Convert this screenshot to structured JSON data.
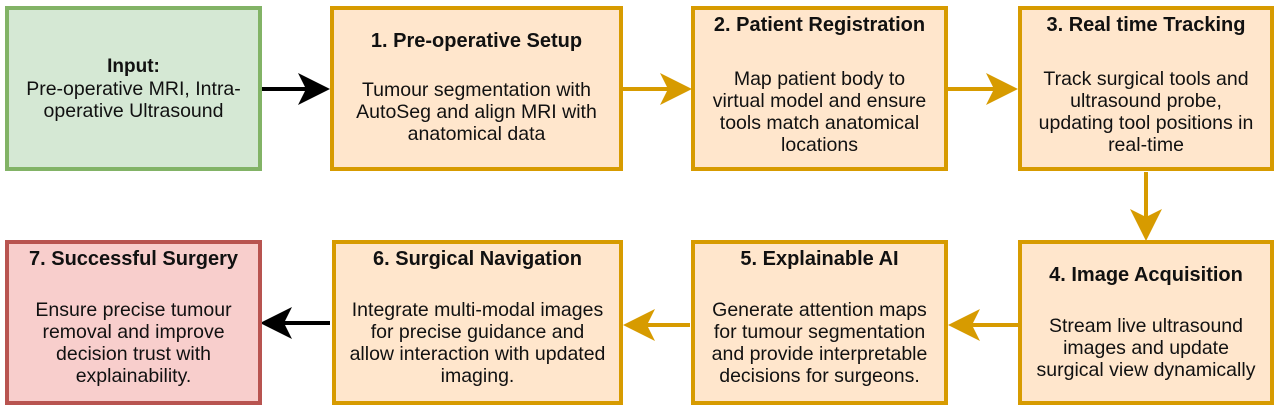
{
  "colors": {
    "step_fill": "#ffe6cc",
    "step_border": "#d79b00",
    "input_fill": "#d5e8d4",
    "input_border": "#82b366",
    "output_fill": "#f8cecc",
    "output_border": "#b85450",
    "arrow_orange": "#d79b00",
    "arrow_black": "#000000"
  },
  "input": {
    "title": "Input:",
    "line1": "Pre-operative MRI, Intra-",
    "line2": "operative Ultrasound"
  },
  "steps": [
    {
      "title": "1. Pre-operative Setup",
      "lines": [
        "Tumour segmentation with",
        "AutoSeg  and align MRI with",
        "anatomical data"
      ]
    },
    {
      "title": "2. Patient Registration",
      "lines": [
        "Map patient body to",
        "virtual model and ensure",
        "tools match anatomical",
        "locations"
      ]
    },
    {
      "title": "3. Real time Tracking",
      "lines": [
        "Track surgical tools and",
        "ultrasound probe,",
        "updating tool positions in",
        "real-time"
      ]
    },
    {
      "title": "4. Image Acquisition",
      "lines": [
        "Stream live ultrasound",
        "images and update",
        "surgical view dynamically"
      ]
    },
    {
      "title": "5. Explainable AI",
      "lines": [
        "Generate attention maps",
        "for tumour segmentation",
        "and provide interpretable",
        "decisions for surgeons."
      ]
    },
    {
      "title": "6. Surgical Navigation",
      "lines": [
        "Integrate multi-modal images",
        "for precise guidance and",
        "allow interaction with updated",
        "imaging."
      ]
    },
    {
      "title": "7. Successful Surgery",
      "lines": [
        "Ensure precise tumour",
        "removal and improve",
        "decision trust with",
        "explainability."
      ]
    }
  ]
}
